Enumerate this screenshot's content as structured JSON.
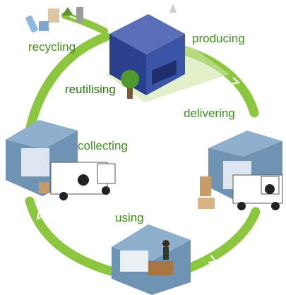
{
  "diagram": {
    "stages": [
      {
        "id": "recycling",
        "label": "recycling"
      },
      {
        "id": "producing",
        "label": "producing"
      },
      {
        "id": "delivering",
        "label": "delivering"
      },
      {
        "id": "using",
        "label": "using"
      },
      {
        "id": "collecting",
        "label": "collecting"
      },
      {
        "id": "reutilising",
        "label": "reutilising"
      }
    ],
    "colors": {
      "cycle_arrow": "#8cc63f",
      "cycle_arrow_light": "#c6e59a",
      "label_text": "#3f8f1d",
      "house_wall": "#6f93b3",
      "factory": "#2b3f8f",
      "truck": "#ffffff"
    }
  }
}
